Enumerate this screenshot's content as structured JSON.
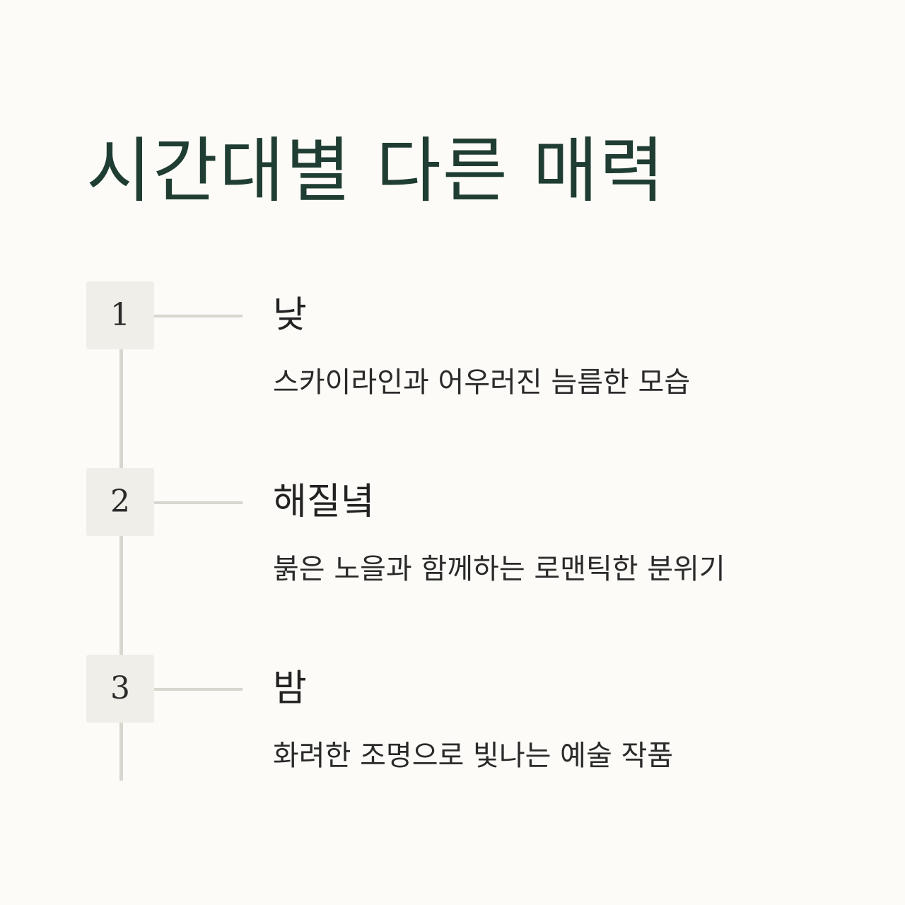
{
  "page": {
    "title": "시간대별 다른 매력",
    "colors": {
      "background": "#fcfbf7",
      "title": "#1f3d32",
      "box": "#efeee8",
      "line": "#d8d6cf",
      "text": "#222222"
    }
  },
  "steps": [
    {
      "number": "1",
      "title": "낮",
      "description": "스카이라인과 어우러진 늠름한 모습"
    },
    {
      "number": "2",
      "title": "해질녘",
      "description": "붉은 노을과 함께하는 로맨틱한 분위기"
    },
    {
      "number": "3",
      "title": "밤",
      "description": "화려한 조명으로 빛나는 예술 작품"
    }
  ]
}
